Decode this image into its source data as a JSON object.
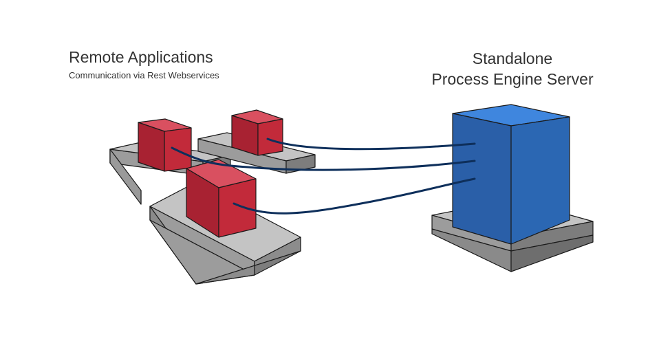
{
  "remote": {
    "title": "Remote Applications",
    "subtitle": "Communication via Rest Webservices"
  },
  "server": {
    "title_line1": "Standalone",
    "title_line2": "Process Engine Server"
  },
  "colors": {
    "app_cube": "#c22a3a",
    "server_box": "#2b67b3",
    "platform": "#aaaaaa",
    "connection": "#0e2f5b"
  }
}
